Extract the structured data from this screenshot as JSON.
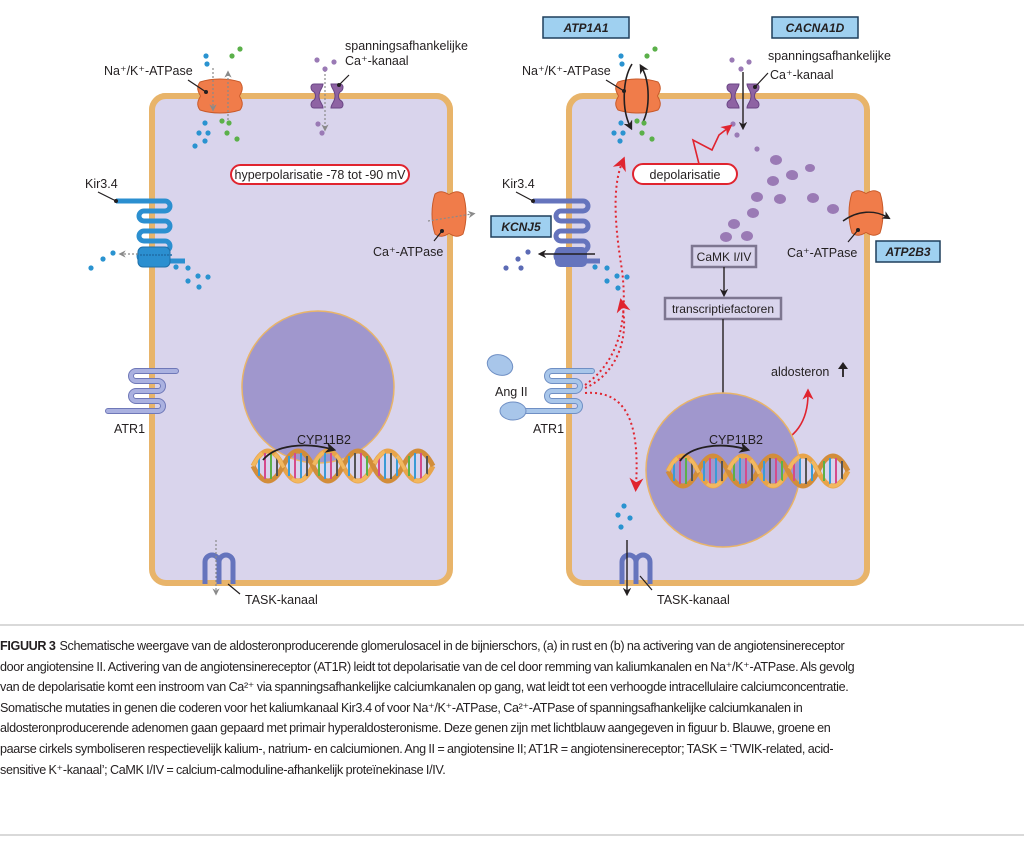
{
  "colors": {
    "cell_fill": "#d9d4ec",
    "membrane": "#e8b46a",
    "nucleus": "#a097cd",
    "nakatpase": "#f07c4a",
    "ca_channel": "#8e63a3",
    "kir_left": "#2b8fd0",
    "kir_right": "#6574bd",
    "atr1": "#9aa3d8",
    "gene_box": "#9fd0f0",
    "red": "#e0242f",
    "potassium": "#2a93d0",
    "sodium": "#5bb04a",
    "calcium": "#9a7ab5"
  },
  "panel_a": {
    "nak_atpase_label": "Na⁺/K⁺-ATPase",
    "ca_channel_label_1": "spanningsafhankelijke",
    "ca_channel_label_2": "Ca⁺-kanaal",
    "status_label": "hyperpolarisatie -78 tot -90 mV",
    "kir_label": "Kir3.4",
    "ca_atpase_label": "Ca⁺-ATPase",
    "atr1_label": "ATR1",
    "gene_label": "CYP11B2",
    "task_label": "TASK-kanaal"
  },
  "panel_b": {
    "gene_boxes": [
      "ATP1A1",
      "CACNA1D",
      "KCNJ5",
      "ATP2B3"
    ],
    "nak_atpase_label": "Na⁺/K⁺-ATPase",
    "ca_channel_label_1": "spanningsafhankelijke",
    "ca_channel_label_2": "Ca⁺-kanaal",
    "status_label": "depolarisatie",
    "kir_label": "Kir3.4",
    "ca_atpase_label": "Ca⁺-ATPase",
    "camk_label": "CaMK  I/IV",
    "tf_label": "transcriptiefactoren",
    "aldosteron_label": "aldosteron",
    "angII_label": "Ang II",
    "atr1_label": "ATR1",
    "gene_label": "CYP11B2",
    "task_label": "TASK-kanaal"
  },
  "caption": {
    "lead": "FIGUUR 3",
    "lines": [
      "Schematische weergave van de aldosteronproducerende glomerulosacel in de bijnierschors, (a) in rust en (b) na activering van de angiotensinereceptor",
      "door angiotensine II. Activering van de angiotensinereceptor (AT1R) leidt tot depolarisatie van de cel door remming van kaliumkanalen en Na⁺/K⁺-ATPase. Als gevolg",
      "van de depolarisatie komt een instroom van Ca²⁺ via spanningsafhankelijke calciumkanalen op gang, wat leidt tot een verhoogde intracellulaire calciumconcentratie.",
      "Somatische mutaties in genen die coderen voor het kaliumkanaal Kir3.4 of voor Na⁺/K⁺-ATPase, Ca²⁺-ATPase of spanningsafhankelijke calciumkanalen in",
      "aldosteronproducerende adenomen gaan gepaard met primair hyperaldosteronisme. Deze genen zijn met lichtblauw aangegeven in figuur b. Blauwe, groene en",
      "paarse cirkels symboliseren respectievelijk kalium-, natrium- en calciumionen. Ang II = angiotensine II; AT1R = angiotensinereceptor; TASK = ‘TWIK-related, acid-",
      "sensitive K⁺-kanaal’; CaMK I/IV = calcium-calmoduline-afhankelijk proteïnekinase I/IV."
    ]
  }
}
